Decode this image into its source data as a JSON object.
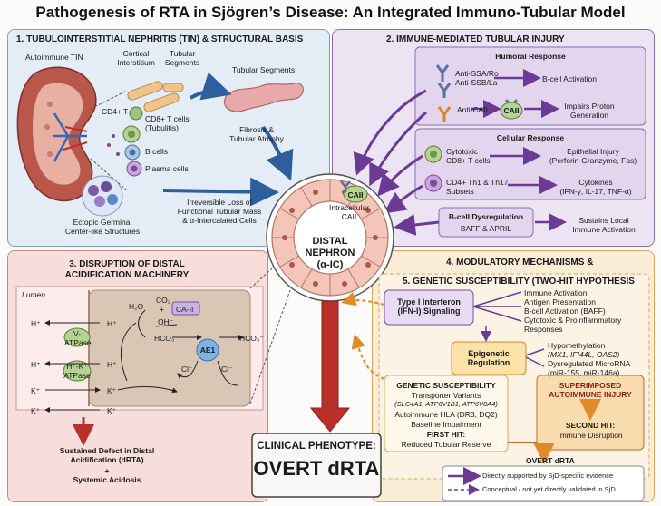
{
  "title": "Pathogenesis of RTA in Sjögren’s Disease: An Integrated Immuno-Tubular Model",
  "p1": {
    "heading": "1. TUBULOINTERSTITIAL NEPHRITIS (TIN) & STRUCTURAL BASIS",
    "autoimmune_tin": "Autoimmune TIN",
    "cortical_interstitium": "Cortical\nInterstitium",
    "tubular_segments_small": "Tubular\nSegments",
    "tubular_segments_big": "Tubular Segments",
    "cd4": "CD4+ T",
    "cd8": "CD8+ T cells\n(Tubulitis)",
    "b_cells": "B cells",
    "plasma": "Plasma cells",
    "fibrosis": "Fibrosis &\nTubular Atrophy",
    "ectopic": "Ectopic Germinal\nCenter-like Structures",
    "loss": "Irreversible Loss of\nFunctional Tubular Mass\n& α-Intercalated Cells"
  },
  "p2": {
    "heading": "2. IMMUNE-MEDIATED TUBULAR INJURY",
    "humoral_title": "Humoral Response",
    "anti_ssa": "Anti-SSA/Ro\nAnti-SSB/La",
    "bcell_activation": "B-cell Activation",
    "anti_caii": "Anti-CAII",
    "caii": "CAII",
    "impairs": "Impairs Proton\nGeneration",
    "cellular_title": "Cellular Response",
    "cytotoxic": "Cytotoxic\nCD8+ T cells",
    "epithelial": "Epithelial Injury\n(Perforin-Granzyme, Fas)",
    "cd4_th": "CD4+ Th1 & Th17\nSubsets",
    "cytokines": "Cytokines\n(IFN-γ, IL-17, TNF-α)",
    "bdys_title": "B-cell Dysregulation",
    "baff": "BAFF & APRIL",
    "sustains": "Sustains Local\nImmune Activation"
  },
  "center": {
    "caii": "CAII",
    "intracellular": "Intracellular\nCAII",
    "label": "DISTAL\nNEPHRON\n(α-IC)"
  },
  "p3": {
    "heading": "3. DISRUPTION OF DISTAL\nACIDIFICATION MACHINERY",
    "lumen": "Lumen",
    "h2o": "H₂O",
    "co2": "CO₂",
    "plus": "+",
    "oh": "OH⁻",
    "caii": "CA-II",
    "hco3a": "HCO₃⁻",
    "hco3b": "HCO₃⁻",
    "hplus_l1": "H⁺",
    "hplus_c1": "H⁺",
    "hplus_l2": "H⁺",
    "hplus_c2": "H⁺",
    "vatpase": "V-\nATPase",
    "hk": "H⁺-K⁺\nATPase",
    "ae1": "AE1",
    "cl_in": "Cl⁻",
    "cl_out": "Cl⁻",
    "k_l1": "K⁺",
    "k_c1": "K⁺",
    "k_l2": "K⁺",
    "k_c2": "K⁺",
    "sustained": "Sustained Defect in Distal\nAcidification (dRTA)",
    "systemic": "+\nSystemic Acidosis"
  },
  "clinical": {
    "line1": "CLINICAL PHENOTYPE:",
    "line2": "OVERT dRTA"
  },
  "p4": {
    "heading": "4. MODULATORY MECHANISMS &",
    "subheading": "5. GENETIC SUSCEPTIBILITY (TWO-HIT HYPOTHESIS",
    "ifn": "Type I Interferon\n(IFN-I) Signaling",
    "ifn_list": "Immune Activation\nAntigen Presentation\nB-cell Activation (BAFF)\nCytotoxic & Proinflammatory\nResponses",
    "epi": "Epigenetic\nRegulation",
    "epi_list1": "Hypomethylation",
    "epi_list2": "(MX1, IFI44L, OAS2)",
    "epi_list3": "Dysregulated MicroRNA\n(miR-155, miR-146a)",
    "gen_title": "GENETIC SUSCEPTIBILITY",
    "gen_tv": "Transporter Variants",
    "gen_tv_genes": "(SLC4A1, ATP6V1B1, ATP6V0A4)",
    "gen_hla": "Autoimmune HLA (DR3, DQ2)",
    "gen_base": "Baseline Impairment",
    "first_hit": "FIRST HIT:",
    "first_hit_text": "Reduced Tubular Reserve",
    "super": "SUPERIMPOSED\nAUTOIMMUNE INJURY",
    "second_hit": "SECOND HIT:",
    "second_hit_text": "Immune Disruption",
    "overt": "OVERT dRTA",
    "legend_solid": "Directly supported by SjD-specific evidence",
    "legend_dashed": "Conceptual / not yet directly validated in SjD"
  },
  "colors": {
    "p1_bg": "#e4ecf6",
    "p1_border": "#7e9dc7",
    "p2_bg": "#ece4f3",
    "p2_border": "#8d6cae",
    "p3_bg": "#f7dedb",
    "p3_border": "#cf8480",
    "p4_bg": "#fbecd6",
    "p4_border": "#d9a45c",
    "arrow_blue": "#2d5f9c",
    "arrow_purple": "#6a3a96",
    "arrow_red": "#b9302a",
    "arrow_orange": "#e08a2a"
  }
}
